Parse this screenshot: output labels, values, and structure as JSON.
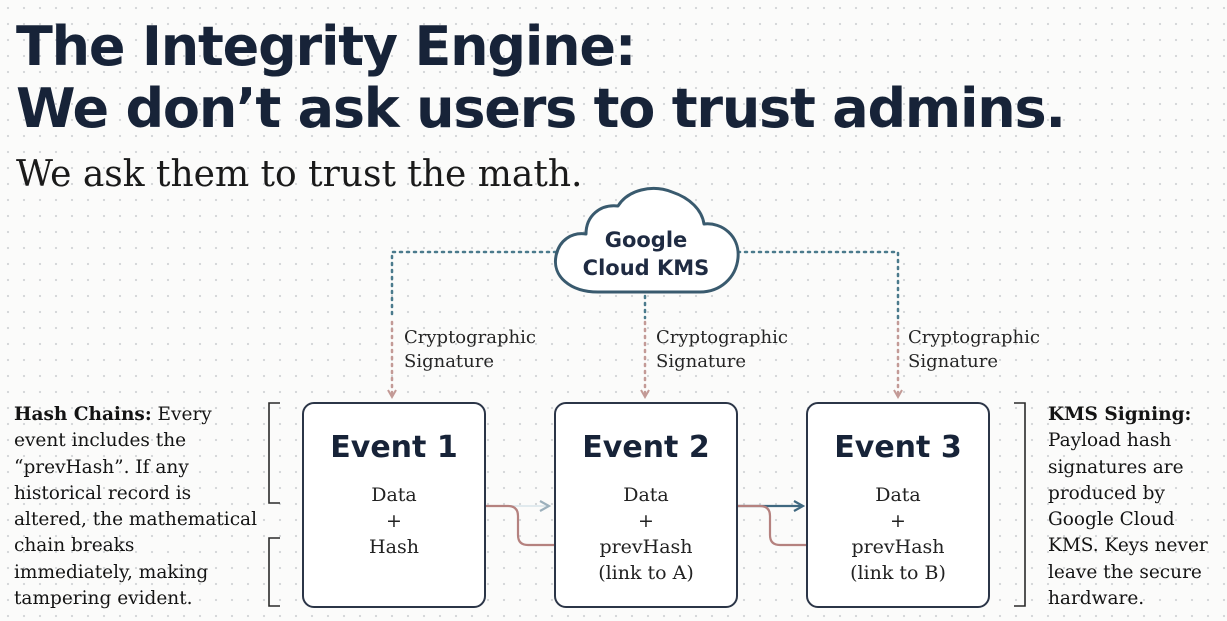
{
  "title": {
    "line1": "The Integrity Engine:",
    "line2": "We don’t ask users to trust admins."
  },
  "subtitle": "We ask them to trust the math.",
  "cloud": {
    "line1": "Google",
    "line2": "Cloud KMS",
    "icon": "cloud-icon"
  },
  "signature_labels": [
    {
      "line1": "Cryptographic",
      "line2": "Signature"
    },
    {
      "line1": "Cryptographic",
      "line2": "Signature"
    },
    {
      "line1": "Cryptographic",
      "line2": "Signature"
    }
  ],
  "events": [
    {
      "title": "Event 1",
      "lines": [
        "Data",
        "+",
        "Hash"
      ]
    },
    {
      "title": "Event 2",
      "lines": [
        "Data",
        "+",
        "prevHash",
        "(link to A)"
      ]
    },
    {
      "title": "Event 3",
      "lines": [
        "Data",
        "+",
        "prevHash",
        "(link to B)"
      ]
    }
  ],
  "left_note": {
    "heading": "Hash Chains:",
    "first_line_rest": " Every",
    "lines": [
      "event includes the",
      "“prevHash”. If any",
      "historical record is",
      "altered, the mathematical",
      "chain breaks",
      "immediately, making",
      "tampering evident."
    ]
  },
  "right_note": {
    "heading": "KMS Signing:",
    "lines": [
      "Payload hash",
      "signatures are",
      "produced by",
      "Google Cloud",
      "KMS. Keys never",
      "leave the secure",
      "hardware."
    ]
  },
  "colors": {
    "heading": "#172338",
    "dotted_connector": "#4a7a8c",
    "signature_arrow": "#c39a96",
    "hash_link": "#b5827f",
    "chain_arrow": "#3f6880",
    "box_border": "#2b3547"
  }
}
